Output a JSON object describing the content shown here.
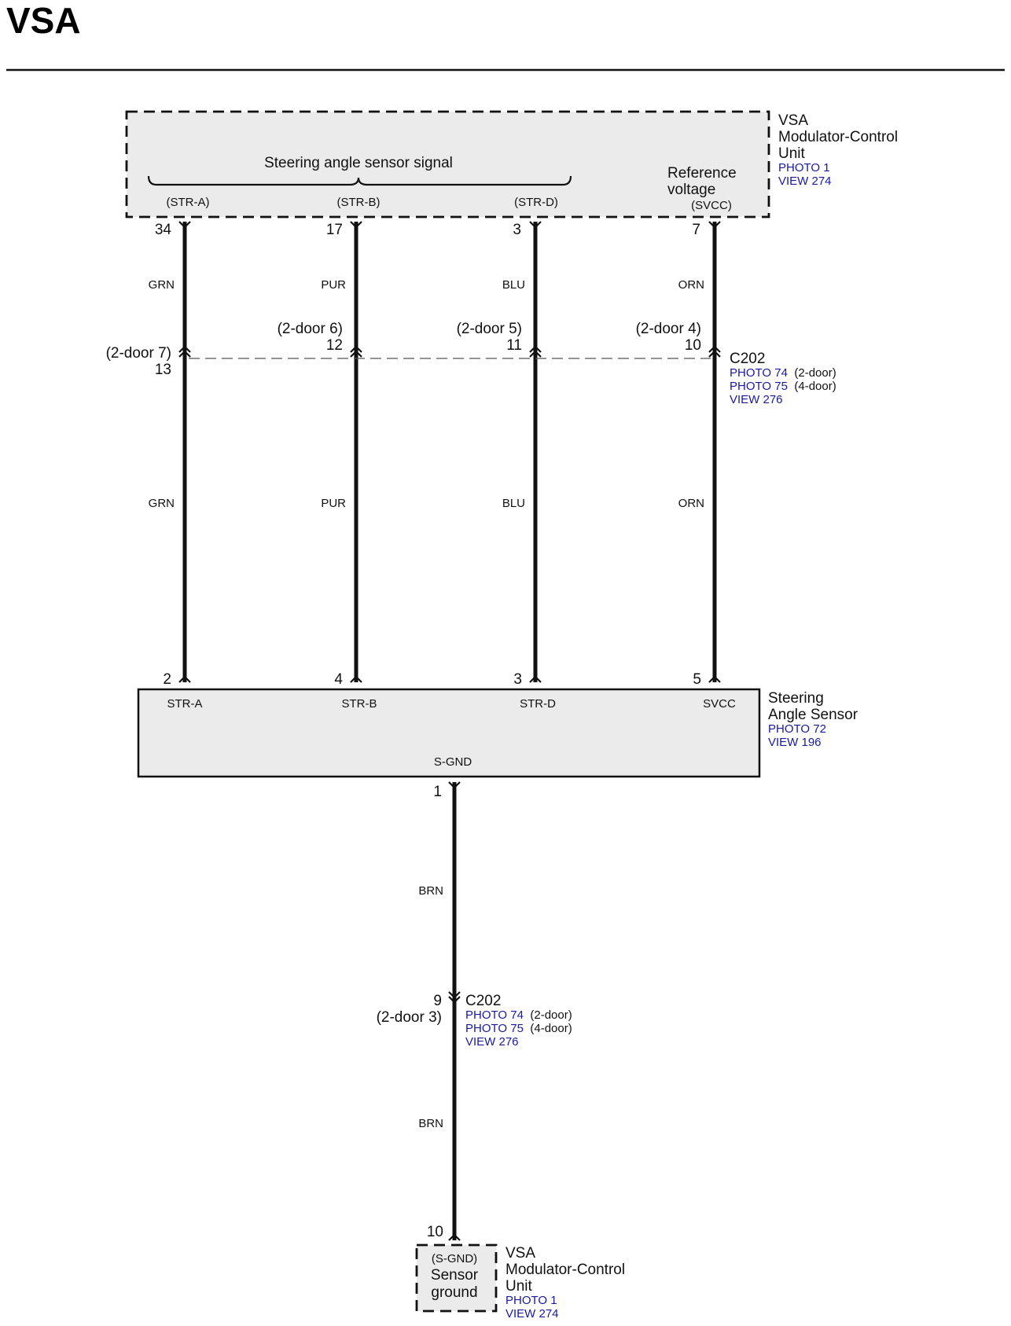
{
  "page": {
    "title": "VSA"
  },
  "colors": {
    "link": "#1a1a9c",
    "box_fill": "#ebebeb",
    "wire": "#111111"
  },
  "modulator_unit": {
    "name_lines": [
      "VSA",
      "Modulator-Control",
      "Unit"
    ],
    "photo": "PHOTO 1",
    "view": "VIEW 274",
    "group_label": "Steering angle sensor signal",
    "reference_lines": [
      "Reference",
      "voltage"
    ],
    "pins": [
      {
        "signal": "(STR-A)",
        "number": "34"
      },
      {
        "signal": "(STR-B)",
        "number": "17"
      },
      {
        "signal": "(STR-D)",
        "number": "3"
      },
      {
        "signal": "(SVCC)",
        "number": "7"
      }
    ]
  },
  "wires": [
    {
      "color_top": "GRN",
      "color_bottom": "GRN"
    },
    {
      "color_top": "PUR",
      "color_bottom": "PUR"
    },
    {
      "color_top": "BLU",
      "color_bottom": "BLU"
    },
    {
      "color_top": "ORN",
      "color_bottom": "ORN"
    }
  ],
  "connector_top": {
    "name": "C202",
    "photo_2door": "PHOTO 74",
    "photo_2door_note": "(2-door)",
    "photo_4door": "PHOTO 75",
    "photo_4door_note": "(4-door)",
    "view": "VIEW 276",
    "pins": [
      {
        "alt": "(2-door 7)",
        "number": "13"
      },
      {
        "alt": "(2-door 6)",
        "number": "12"
      },
      {
        "alt": "(2-door 5)",
        "number": "11"
      },
      {
        "alt": "(2-door 4)",
        "number": "10"
      }
    ]
  },
  "sensor": {
    "name_lines": [
      "Steering",
      "Angle Sensor"
    ],
    "photo": "PHOTO 72",
    "view": "VIEW 196",
    "pins": [
      {
        "number": "2",
        "signal": "STR-A"
      },
      {
        "number": "4",
        "signal": "STR-B"
      },
      {
        "number": "3",
        "signal": "STR-D"
      },
      {
        "number": "5",
        "signal": "SVCC"
      }
    ],
    "ground_signal": "S-GND",
    "ground_pin": "1"
  },
  "ground_wire": {
    "color_top": "BRN",
    "color_bottom": "BRN"
  },
  "connector_bottom": {
    "name": "C202",
    "pin": "9",
    "alt": "(2-door 3)",
    "photo_2door": "PHOTO 74",
    "photo_2door_note": "(2-door)",
    "photo_4door": "PHOTO 75",
    "photo_4door_note": "(4-door)",
    "view": "VIEW 276"
  },
  "ground_unit": {
    "pin": "10",
    "signal": "(S-GND)",
    "desc_lines": [
      "Sensor",
      "ground"
    ],
    "name_lines": [
      "VSA",
      "Modulator-Control",
      "Unit"
    ],
    "photo": "PHOTO 1",
    "view": "VIEW 274"
  }
}
